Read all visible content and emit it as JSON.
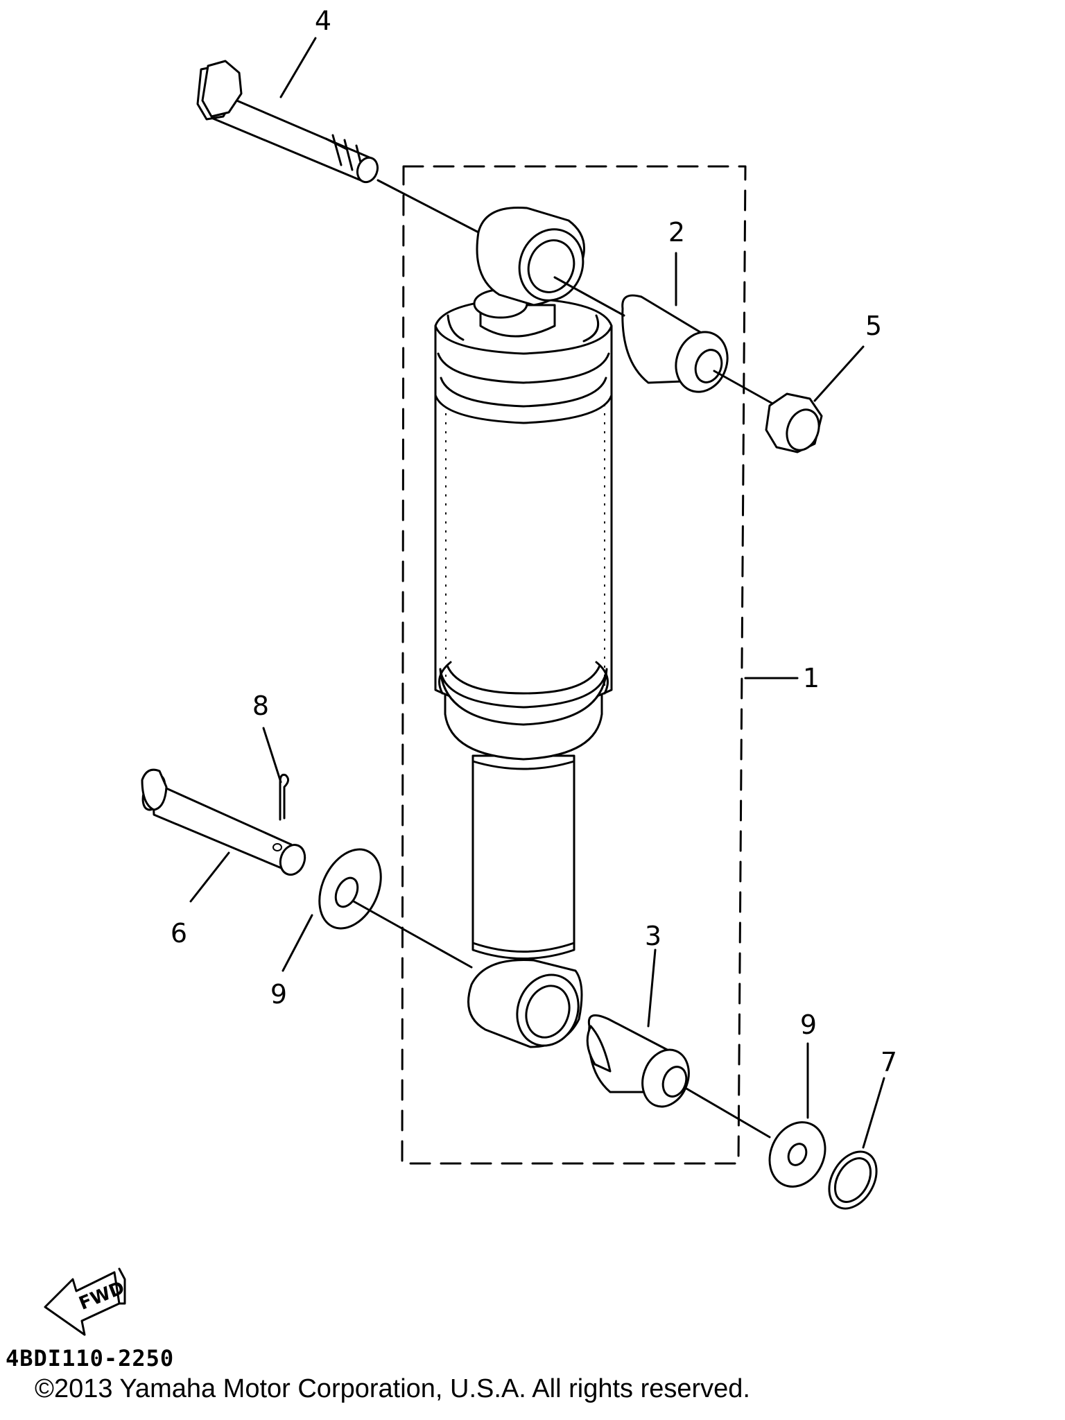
{
  "callouts": [
    {
      "id": "1",
      "label": "1"
    },
    {
      "id": "2",
      "label": "2"
    },
    {
      "id": "3",
      "label": "3"
    },
    {
      "id": "4",
      "label": "4"
    },
    {
      "id": "5",
      "label": "5"
    },
    {
      "id": "6",
      "label": "6"
    },
    {
      "id": "7",
      "label": "7"
    },
    {
      "id": "8",
      "label": "8"
    },
    {
      "id": "9a",
      "label": "9"
    },
    {
      "id": "9b",
      "label": "9"
    }
  ],
  "fwd_label": "FWD",
  "diagram_code": "4BDI110-2250",
  "copyright": "©2013 Yamaha Motor Corporation, U.S.A. All rights reserved."
}
